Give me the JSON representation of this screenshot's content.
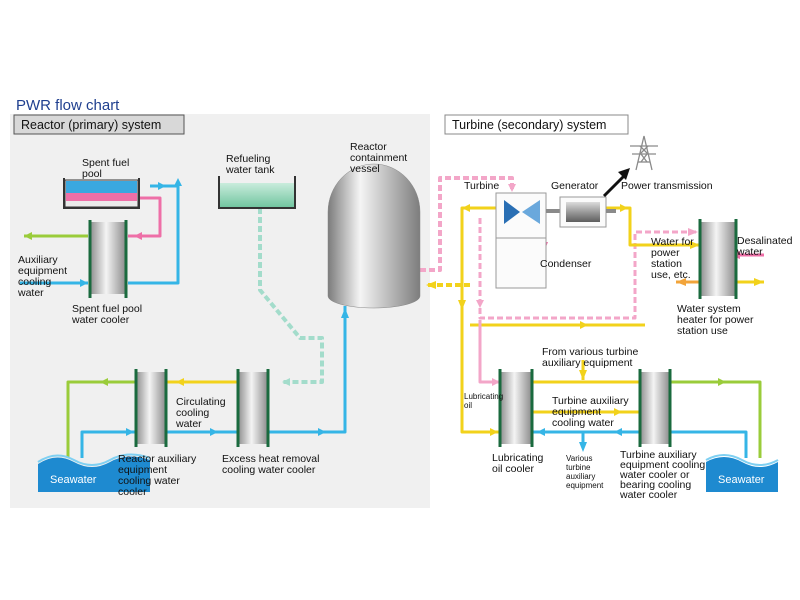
{
  "title": "PWR flow chart",
  "primary_system": {
    "label": "Reactor (primary) system"
  },
  "secondary_system": {
    "label": "Turbine (secondary) system"
  },
  "labels": {
    "spent_fuel_pool": [
      "Spent fuel",
      "pool"
    ],
    "refueling_water_tank": [
      "Refueling",
      "water tank"
    ],
    "reactor_containment_vessel": [
      "Reactor",
      "containment",
      "vessel"
    ],
    "auxiliary_equipment_cooling_water": [
      "Auxiliary",
      "equipment",
      "cooling",
      "water"
    ],
    "spent_fuel_pool_water_cooler": [
      "Spent fuel pool",
      "water cooler"
    ],
    "circulating_cooling_water": [
      "Circulating",
      "cooling",
      "water"
    ],
    "reactor_auxiliary_equipment_cooling_water_cooler": [
      "Reactor auxiliary",
      "equipment",
      "cooling water",
      "cooler"
    ],
    "excess_heat_removal_cooling_water_cooler": [
      "Excess heat removal",
      "cooling water cooler"
    ],
    "seawater_left": "Seawater",
    "turbine": "Turbine",
    "generator": "Generator",
    "power_transmission": "Power transmission",
    "condenser": "Condenser",
    "water_for_power_station_use": [
      "Water for",
      "power",
      "station",
      "use, etc."
    ],
    "desalinated_water": [
      "Desalinated",
      "water"
    ],
    "water_system_heater": [
      "Water system",
      "heater for power",
      "station use"
    ],
    "from_various_turbine_auxiliary_equipment": [
      "From various turbine",
      "auxiliary equipment"
    ],
    "lubricating_oil": [
      "Lubricating",
      "oil"
    ],
    "turbine_auxiliary_equipment_cooling_water": [
      "Turbine auxiliary",
      "equipment",
      "cooling water"
    ],
    "lubricating_oil_cooler": [
      "Lubricating",
      "oil cooler"
    ],
    "various_turbine_auxiliary_equipment": [
      "Various",
      "turbine",
      "auxiliary",
      "equipment"
    ],
    "turbine_auxiliary_equipment_cooling_water_cooler": [
      "Turbine auxiliary",
      "equipment cooling",
      "water cooler or",
      "bearing cooling",
      "water cooler"
    ],
    "seawater_right": "Seawater"
  },
  "colors": {
    "seawater_line": "#35b5e6",
    "cooling_water_line": "#f2d21b",
    "drain_line": "#9acc3a",
    "steam_line": "#f3a6c8",
    "spent_fuel_line": "#ee6fa7",
    "refueling_line": "#a3dccb",
    "primary_panel": "#f0f0f0",
    "title": "#1f3f8f",
    "seawater_fill": "#1e8ad0"
  }
}
